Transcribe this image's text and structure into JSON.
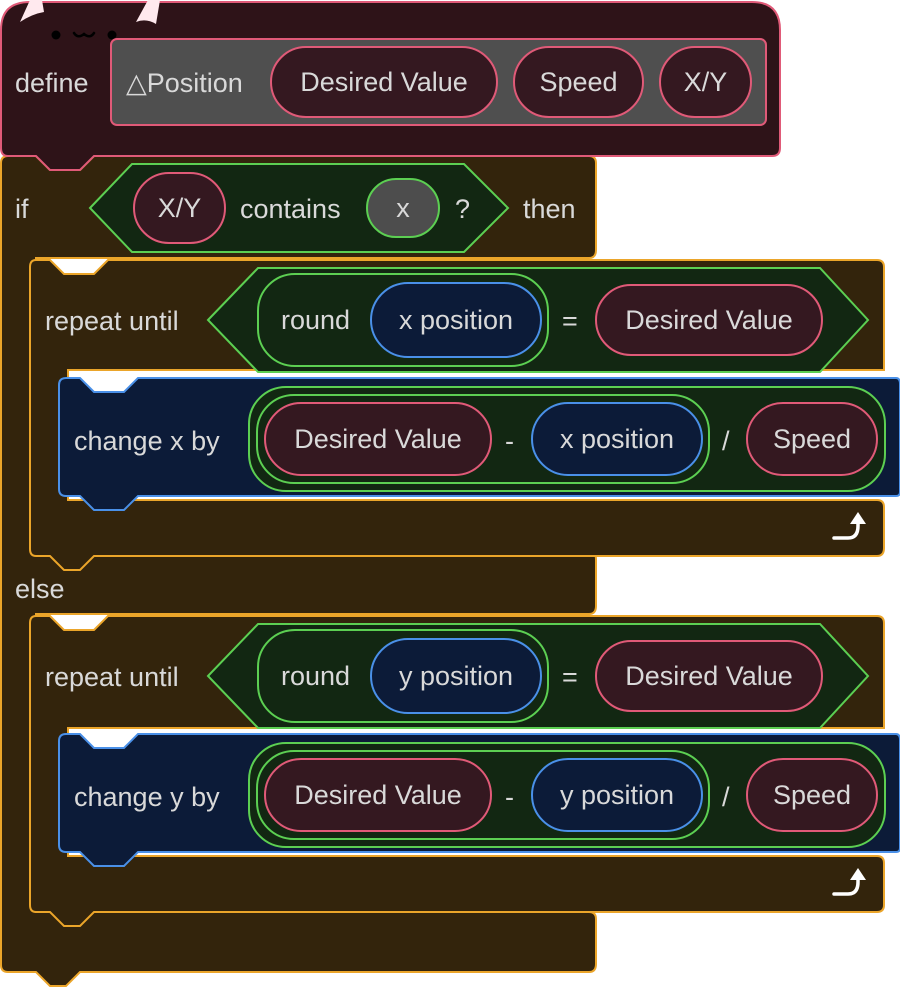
{
  "colors": {
    "define_fill": "#2e1318",
    "define_stroke": "#e05a78",
    "control_fill": "#33240c",
    "control_stroke": "#eba52a",
    "motion_fill": "#0c1b38",
    "motion_stroke": "#4a90e8",
    "operator_fill": "#122712",
    "operator_stroke": "#5ccf52",
    "argument_fill": "#341820",
    "text": "#d9d9d9"
  },
  "define_block": {
    "keyword": "define",
    "name": "△Position",
    "params": [
      "Desired Value",
      "Speed",
      "X/Y"
    ]
  },
  "if_block": {
    "if_label": "if",
    "condition": {
      "arg": "X/Y",
      "operator": "contains",
      "value": "x",
      "question": "?"
    },
    "then_label": "then",
    "else_label": "else"
  },
  "repeat_x": {
    "label": "repeat until",
    "round_label": "round",
    "reporter": "x position",
    "equals": "=",
    "target": "Desired Value",
    "loop_icon": "loop-arrow-icon"
  },
  "change_x": {
    "label": "change x by",
    "arg": "Desired Value",
    "minus": "-",
    "reporter": "x position",
    "divide": "/",
    "speed": "Speed"
  },
  "repeat_y": {
    "label": "repeat until",
    "round_label": "round",
    "reporter": "y position",
    "equals": "=",
    "target": "Desired Value",
    "loop_icon": "loop-arrow-icon"
  },
  "change_y": {
    "label": "change y by",
    "arg": "Desired Value",
    "minus": "-",
    "reporter": "y position",
    "divide": "/",
    "speed": "Speed"
  }
}
